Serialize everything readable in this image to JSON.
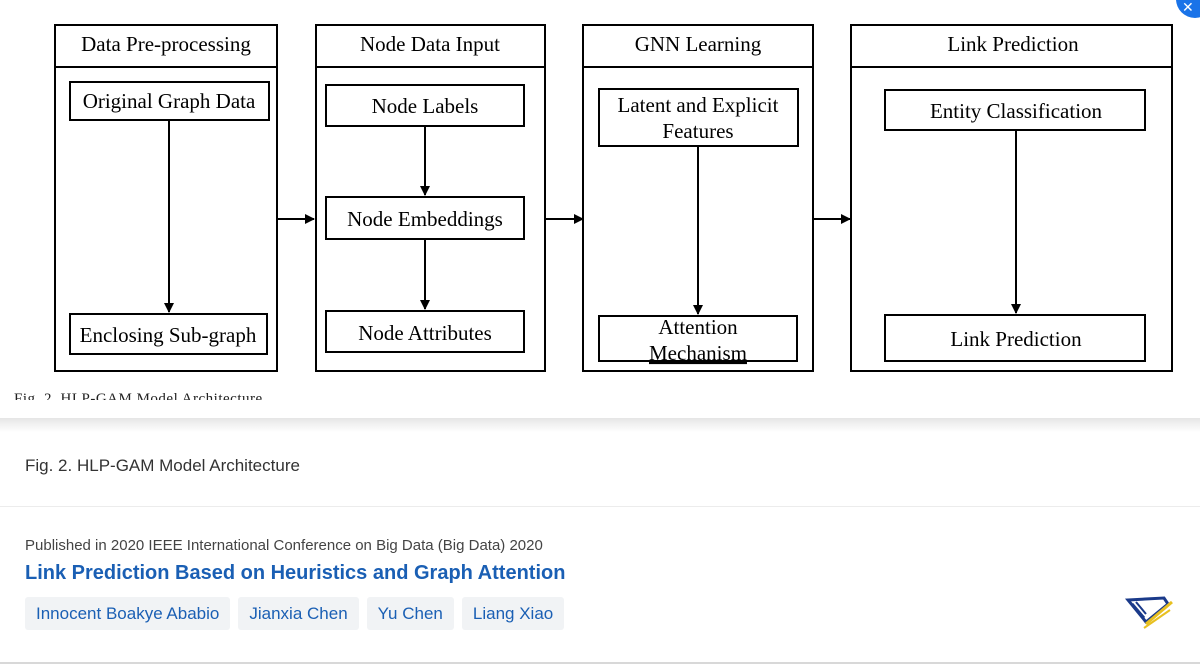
{
  "figure": {
    "columns": [
      {
        "title": "Data Pre-processing",
        "boxes": [
          "Original Graph Data",
          "Enclosing Sub-graph"
        ]
      },
      {
        "title": "Node Data Input",
        "boxes": [
          "Node Labels",
          "Node Embeddings",
          "Node Attributes"
        ]
      },
      {
        "title": "GNN Learning",
        "boxes": [
          "Latent and Explicit",
          "Features",
          "Attention",
          "Mechanism"
        ]
      },
      {
        "title": "Link Prediction",
        "boxes": [
          "Entity Classification",
          "Link Prediction"
        ]
      }
    ],
    "clipped_caption": "Fig. 2.   HLP-GAM Model Architecture"
  },
  "caption": "Fig. 2. HLP-GAM Model Architecture",
  "publication": {
    "venue": "Published in 2020 IEEE International Conference on Big Data (Big Data) 2020",
    "title": "Link Prediction Based on Heuristics and Graph Attention",
    "authors": [
      "Innocent Boakye Ababio",
      "Jianxia Chen",
      "Yu Chen",
      "Liang Xiao"
    ]
  },
  "icons": {
    "close": "close-icon",
    "logo": "ieee-book-logo-icon"
  },
  "colors": {
    "link": "#1a5fb4",
    "chip_bg": "#f1f3f5",
    "close_bg": "#1a73e8",
    "logo_gold": "#e8c020",
    "logo_navy": "#1a3a8a"
  }
}
